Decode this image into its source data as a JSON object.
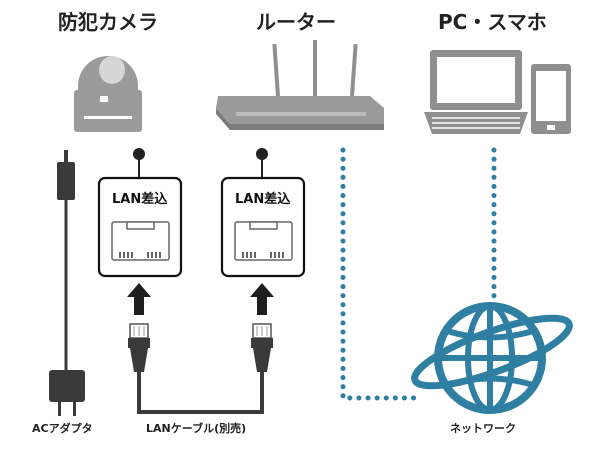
{
  "titles": {
    "camera": "防犯カメラ",
    "router": "ルーター",
    "devices": "PC・スマホ"
  },
  "ports": {
    "left": "LAN差込",
    "right": "LAN差込"
  },
  "labels": {
    "adapter": "ACアダプタ",
    "cable": "LANケーブル(別売)",
    "network": "ネットワーク"
  },
  "colors": {
    "network_blue": "#2f7fa3",
    "device_gray": "#8f8f8f",
    "cable_dark": "#3a3a3a"
  }
}
